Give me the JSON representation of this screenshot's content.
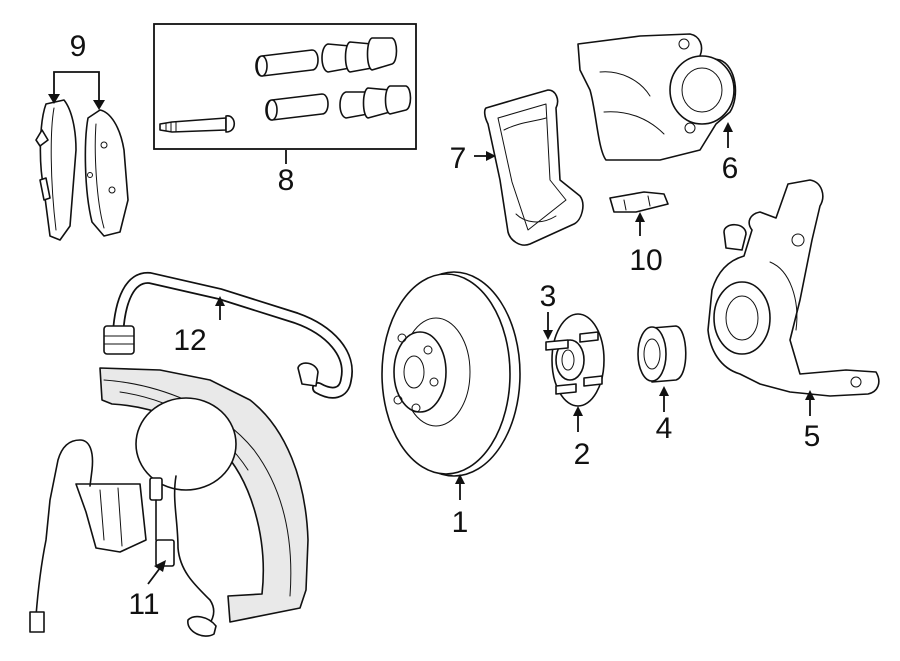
{
  "callouts": {
    "rotor": "1",
    "hub": "2",
    "stud": "3",
    "bearing": "4",
    "knuckle": "5",
    "caliper": "6",
    "caliper_bracket": "7",
    "caliper_hardware_kit": "8",
    "brake_pads": "9",
    "pad_clip": "10",
    "wheel_speed_sensor": "11",
    "brake_hose": "12"
  }
}
